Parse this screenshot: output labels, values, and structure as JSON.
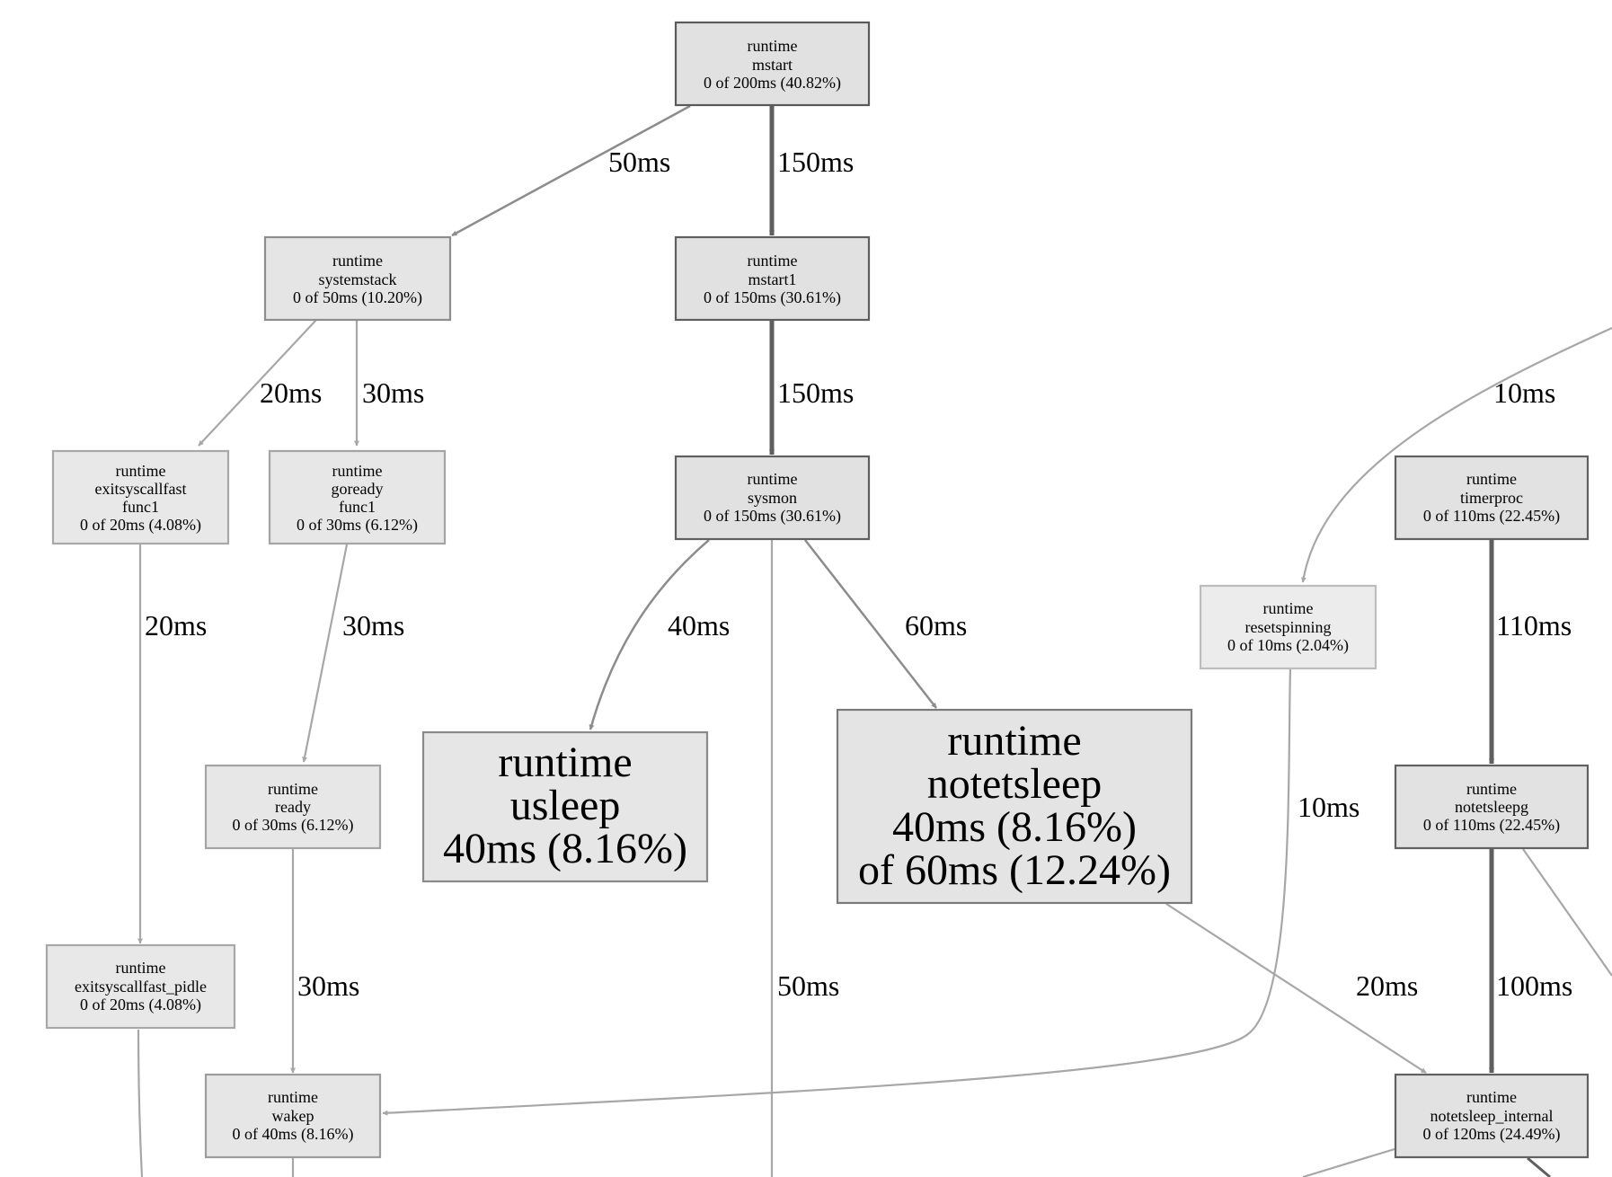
{
  "nodes": {
    "mstart": {
      "pkg": "runtime",
      "fn": [
        "mstart"
      ],
      "stat": [
        "0 of 200ms (40.82%)"
      ]
    },
    "systemstack": {
      "pkg": "runtime",
      "fn": [
        "systemstack"
      ],
      "stat": [
        "0 of 50ms (10.20%)"
      ]
    },
    "mstart1": {
      "pkg": "runtime",
      "fn": [
        "mstart1"
      ],
      "stat": [
        "0 of 150ms (30.61%)"
      ]
    },
    "exitsyscallfast_func1": {
      "pkg": "runtime",
      "fn": [
        "exitsyscallfast",
        "func1"
      ],
      "stat": [
        "0 of 20ms (4.08%)"
      ]
    },
    "goready_func1": {
      "pkg": "runtime",
      "fn": [
        "goready",
        "func1"
      ],
      "stat": [
        "0 of 30ms (6.12%)"
      ]
    },
    "sysmon": {
      "pkg": "runtime",
      "fn": [
        "sysmon"
      ],
      "stat": [
        "0 of 150ms (30.61%)"
      ]
    },
    "timerproc": {
      "pkg": "runtime",
      "fn": [
        "timerproc"
      ],
      "stat": [
        "0 of 110ms (22.45%)"
      ]
    },
    "resetspinning": {
      "pkg": "runtime",
      "fn": [
        "resetspinning"
      ],
      "stat": [
        "0 of 10ms (2.04%)"
      ]
    },
    "usleep": {
      "pkg": "runtime",
      "fn": [
        "usleep"
      ],
      "stat": [
        "40ms (8.16%)"
      ]
    },
    "notetsleep": {
      "pkg": "runtime",
      "fn": [
        "notetsleep"
      ],
      "stat": [
        "40ms (8.16%)",
        "of 60ms (12.24%)"
      ]
    },
    "ready": {
      "pkg": "runtime",
      "fn": [
        "ready"
      ],
      "stat": [
        "0 of 30ms (6.12%)"
      ]
    },
    "notetsleepg": {
      "pkg": "runtime",
      "fn": [
        "notetsleepg"
      ],
      "stat": [
        "0 of 110ms (22.45%)"
      ]
    },
    "exitsyscallfast_pidle": {
      "pkg": "runtime",
      "fn": [
        "exitsyscallfast_pidle"
      ],
      "stat": [
        "0 of 20ms (4.08%)"
      ]
    },
    "wakep": {
      "pkg": "runtime",
      "fn": [
        "wakep"
      ],
      "stat": [
        "0 of 40ms (8.16%)"
      ]
    },
    "notetsleep_internal": {
      "pkg": "runtime",
      "fn": [
        "notetsleep_internal"
      ],
      "stat": [
        "0 of 120ms (24.49%)"
      ]
    }
  },
  "edges": {
    "mstart_systemstack": "50ms",
    "mstart_mstart1": "150ms",
    "systemstack_exitsyscallfast": "20ms",
    "systemstack_goready": "30ms",
    "mstart1_sysmon": "150ms",
    "offscreen_resetspinning": "10ms",
    "exitsyscallfast_pidle": "20ms",
    "goready_ready": "30ms",
    "sysmon_usleep": "40ms",
    "sysmon_notetsleep": "60ms",
    "timerproc_notetsleepg": "110ms",
    "resetspinning_wakep": "10ms",
    "ready_wakep": "30ms",
    "sysmon_down": "50ms",
    "notetsleep_internal": "20ms",
    "notetsleepg_internal": "100ms"
  }
}
